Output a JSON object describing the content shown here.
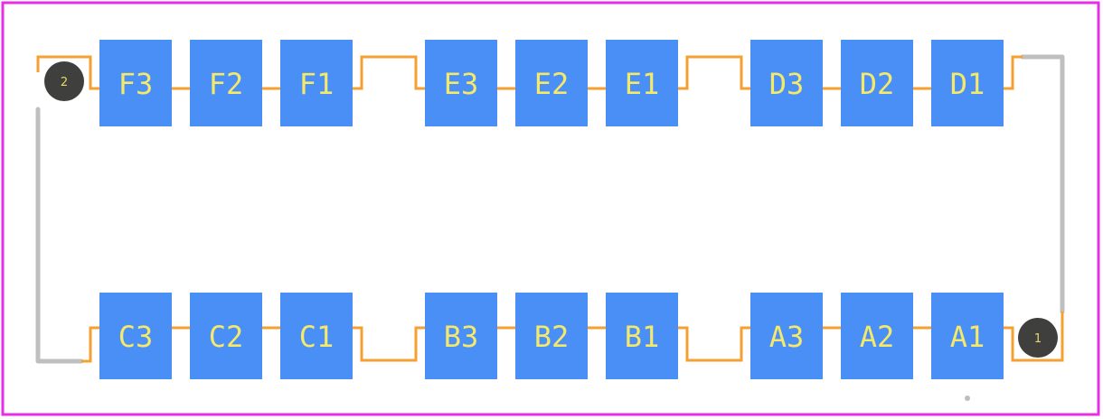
{
  "colors": {
    "outline": "#e62ee6",
    "pad": "#4a8ff5",
    "pad_label": "#f5e96b",
    "trace": "#f5a030",
    "silk": "#bfbfbf",
    "marker": "#3f3f3d",
    "marker_label": "#e8d96a",
    "origin_dot": "#bdbdbd"
  },
  "top_row": [
    "F3",
    "F2",
    "F1",
    "E3",
    "E2",
    "E1",
    "D3",
    "D2",
    "D1"
  ],
  "bottom_row": [
    "C3",
    "C2",
    "C1",
    "B3",
    "B2",
    "B1",
    "A3",
    "A2",
    "A1"
  ],
  "markers": {
    "pin2": "2",
    "pin1": "1"
  }
}
